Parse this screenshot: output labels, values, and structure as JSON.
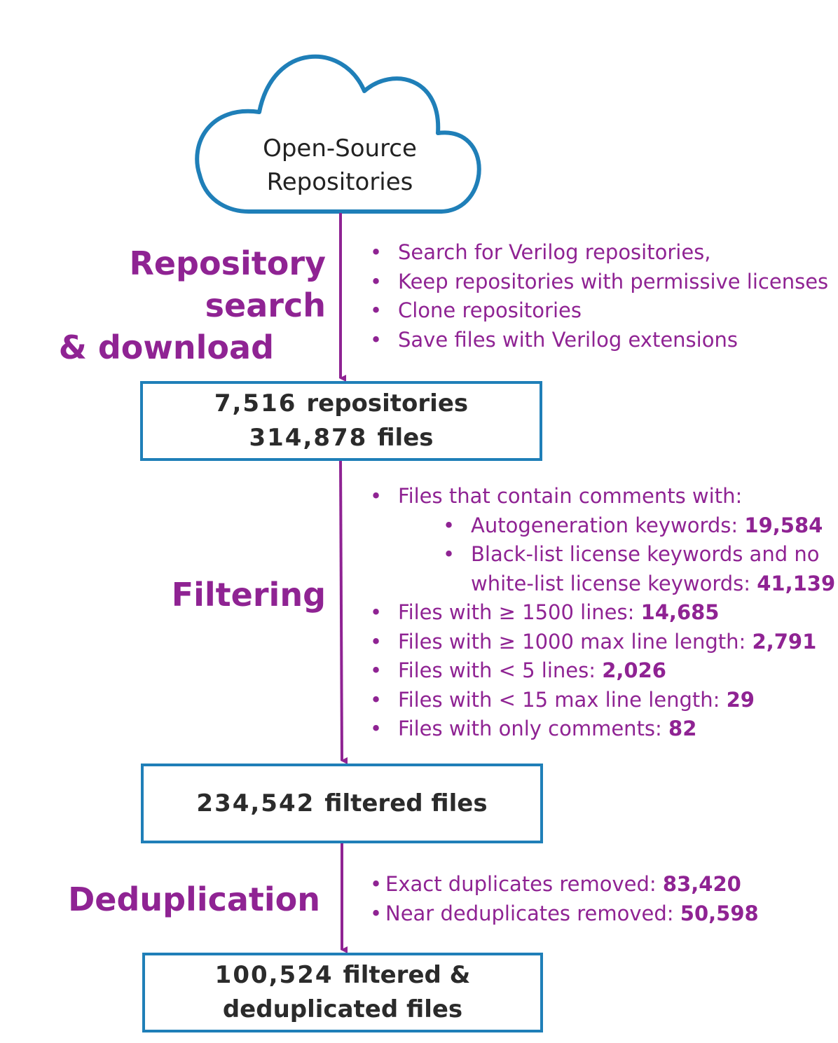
{
  "cloud": {
    "line1": "Open-Source",
    "line2": "Repositories"
  },
  "stages": {
    "search": {
      "line1": "Repository search",
      "line2": "& download"
    },
    "filtering": "Filtering",
    "dedup": "Deduplication"
  },
  "search_steps": [
    "Search for Verilog repositories,",
    "Keep repositories with permissive licenses",
    "Clone repositories",
    "Save files with Verilog extensions"
  ],
  "box1": {
    "repos_count": "7,516",
    "repos_label": "repositories",
    "files_count": "314,878",
    "files_label": "files"
  },
  "filters": {
    "intro": "Files that contain comments with:",
    "autogen_label": "Autogeneration keywords:",
    "autogen_value": "19,584",
    "blacklist_label1": "Black-list license keywords and no",
    "blacklist_label2": "white-list license keywords:",
    "blacklist_value": "41,139",
    "lines1500_label": "Files with ≥ 1500 lines:",
    "lines1500_value": "14,685",
    "maxlen1000_label": "Files with ≥ 1000 max line length:",
    "maxlen1000_value": "2,791",
    "lt5_label": "Files with < 5 lines:",
    "lt5_value": "2,026",
    "lt15_label": "Files with < 15 max line length:",
    "lt15_value": "29",
    "comments_label": "Files with only comments:",
    "comments_value": "82"
  },
  "box2": {
    "count": "234,542",
    "label": "filtered files"
  },
  "dedup": {
    "exact_label": "Exact duplicates removed:",
    "exact_value": "83,420",
    "near_label": "Near deduplicates removed:",
    "near_value": "50,598"
  },
  "box3": {
    "count": "100,524",
    "label1": "filtered &",
    "label2": "deduplicated files"
  },
  "colors": {
    "accent_purple": "#8f2393",
    "box_blue": "#1f7fb8",
    "text_dark": "#2b2b2b"
  }
}
